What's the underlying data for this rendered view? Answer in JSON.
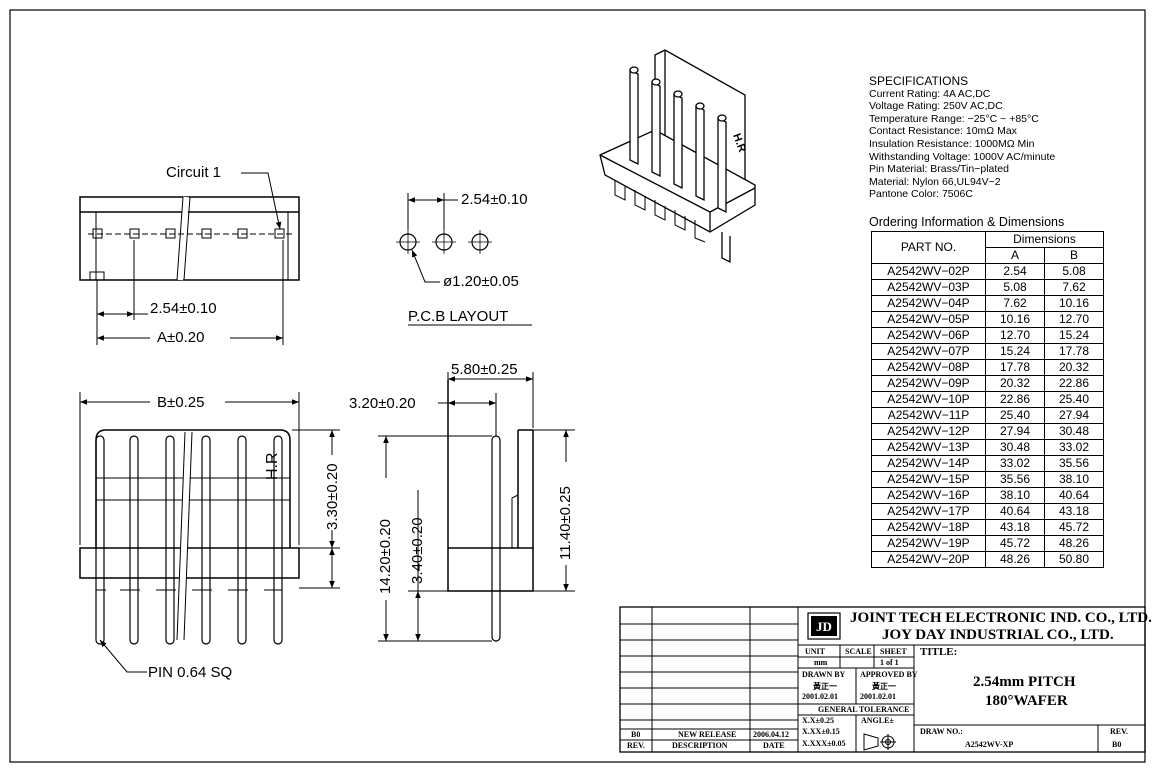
{
  "pcb": {
    "pitch": "2.54±0.10",
    "hole": "ø1.20±0.05",
    "title": "P.C.B LAYOUT"
  },
  "front_view": {
    "circuit": "Circuit 1",
    "pitch": "2.54±0.10",
    "dim_a": "A±0.20"
  },
  "bottom_view": {
    "dim_b": "B±0.25",
    "height_upper": "3.30±0.20",
    "pin_label": "PIN 0.64 SQ",
    "marking": "H.R"
  },
  "side_view": {
    "width": "5.80±0.25",
    "offset": "3.20±0.20",
    "total_height": "14.20±0.20",
    "lower_height": "3.40±0.20",
    "upper_height": "11.40±0.25"
  },
  "specs": {
    "heading": "SPECIFICATIONS",
    "lines": [
      "Current Rating: 4A AC,DC",
      "Voltage Rating: 250V AC,DC",
      "Temperature Range: −25°C ~ +85°C",
      "Contact Resistance: 10mΩ Max",
      "Insulation Resistance: 1000MΩ Min",
      "Withstanding Voltage: 1000V AC/minute",
      "Pin Material: Brass/Tin−plated",
      "Material: Nylon 66,UL94V−2",
      "Pantone Color: 7506C"
    ]
  },
  "ordering": {
    "title": "Ordering Information & Dimensions",
    "part_header": "PART NO.",
    "dims_header": "Dimensions",
    "col_a": "A",
    "col_b": "B",
    "rows": [
      [
        "A2542WV−02P",
        "2.54",
        "5.08"
      ],
      [
        "A2542WV−03P",
        "5.08",
        "7.62"
      ],
      [
        "A2542WV−04P",
        "7.62",
        "10.16"
      ],
      [
        "A2542WV−05P",
        "10.16",
        "12.70"
      ],
      [
        "A2542WV−06P",
        "12.70",
        "15.24"
      ],
      [
        "A2542WV−07P",
        "15.24",
        "17.78"
      ],
      [
        "A2542WV−08P",
        "17.78",
        "20.32"
      ],
      [
        "A2542WV−09P",
        "20.32",
        "22.86"
      ],
      [
        "A2542WV−10P",
        "22.86",
        "25.40"
      ],
      [
        "A2542WV−11P",
        "25.40",
        "27.94"
      ],
      [
        "A2542WV−12P",
        "27.94",
        "30.48"
      ],
      [
        "A2542WV−13P",
        "30.48",
        "33.02"
      ],
      [
        "A2542WV−14P",
        "33.02",
        "35.56"
      ],
      [
        "A2542WV−15P",
        "35.56",
        "38.10"
      ],
      [
        "A2542WV−16P",
        "38.10",
        "40.64"
      ],
      [
        "A2542WV−17P",
        "40.64",
        "43.18"
      ],
      [
        "A2542WV−18P",
        "43.18",
        "45.72"
      ],
      [
        "A2542WV−19P",
        "45.72",
        "48.26"
      ],
      [
        "A2542WV−20P",
        "48.26",
        "50.80"
      ]
    ]
  },
  "title_block": {
    "company1": "JOINT TECH ELECTRONIC IND. CO., LTD.",
    "company2": "JOY DAY INDUSTRIAL CO., LTD.",
    "unit_label": "UNIT",
    "unit_value": "mm",
    "scale_label": "SCALE",
    "sheet_label": "SHEET",
    "sheet_value": "1 of 1",
    "drawn_by_label": "DRAWN BY",
    "drawn_by": "黃正一",
    "drawn_date": "2001.02.01",
    "approved_by_label": "APPROVED BY",
    "approved_by": "黃正一",
    "approved_date": "2001.02.01",
    "tolerance_label": "GENERAL TOLERANCE",
    "tol1": "X.X±0.25",
    "tol2": "X.XX±0.15",
    "tol3": "X.XXX±0.05",
    "angle_label": "ANGLE±",
    "title_label": "TITLE:",
    "title_line1": "2.54mm PITCH",
    "title_line2": "180°WAFER",
    "draw_no_label": "DRAW NO.:",
    "draw_no": "A2542WV-XP",
    "rev_label": "REV.",
    "rev_value": "B0",
    "rev_row_rev": "B0",
    "rev_row_desc": "NEW RELEASE",
    "rev_row_date": "2006.04.12",
    "hdr_rev": "REV.",
    "hdr_desc": "DESCRIPTION",
    "hdr_date": "DATE"
  }
}
